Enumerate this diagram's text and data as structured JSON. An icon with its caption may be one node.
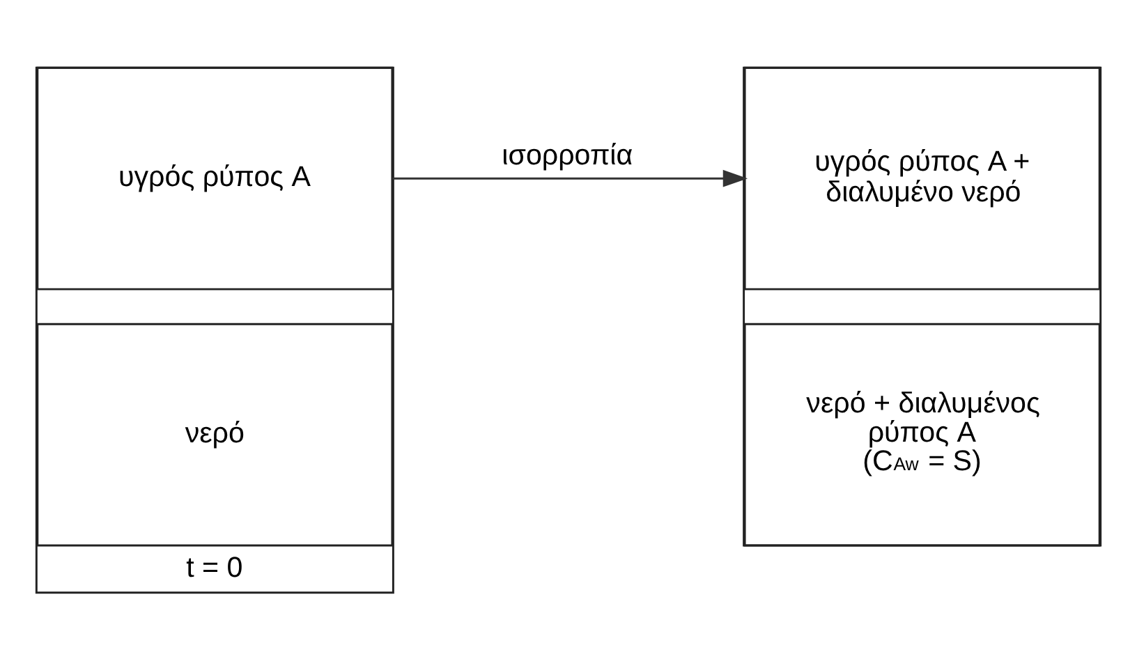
{
  "diagram": {
    "nodes": [
      {
        "text": [],
        "shape": "box",
        "beside": [
          "t = 0"
        ]
      },
      {
        "text": [
          "υγρός ρύπος A"
        ],
        "in": 0
      },
      {
        "text": [
          "νερό"
        ],
        "in": 0
      },
      {
        "text": [],
        "shape": "box"
      },
      {
        "text": [
          "υγρός ρύπος A + διαλυμένο νερό"
        ],
        "in": 3
      },
      {
        "text": [
          "νερό + διαλυμένος ρύπος A",
          "(C$_{Aw}$ = S)"
        ],
        "in": 3
      }
    ],
    "edges": [
      {
        "from": 0,
        "to": 3,
        "arrow": "to",
        "label": "ισορροπία"
      }
    ]
  }
}
